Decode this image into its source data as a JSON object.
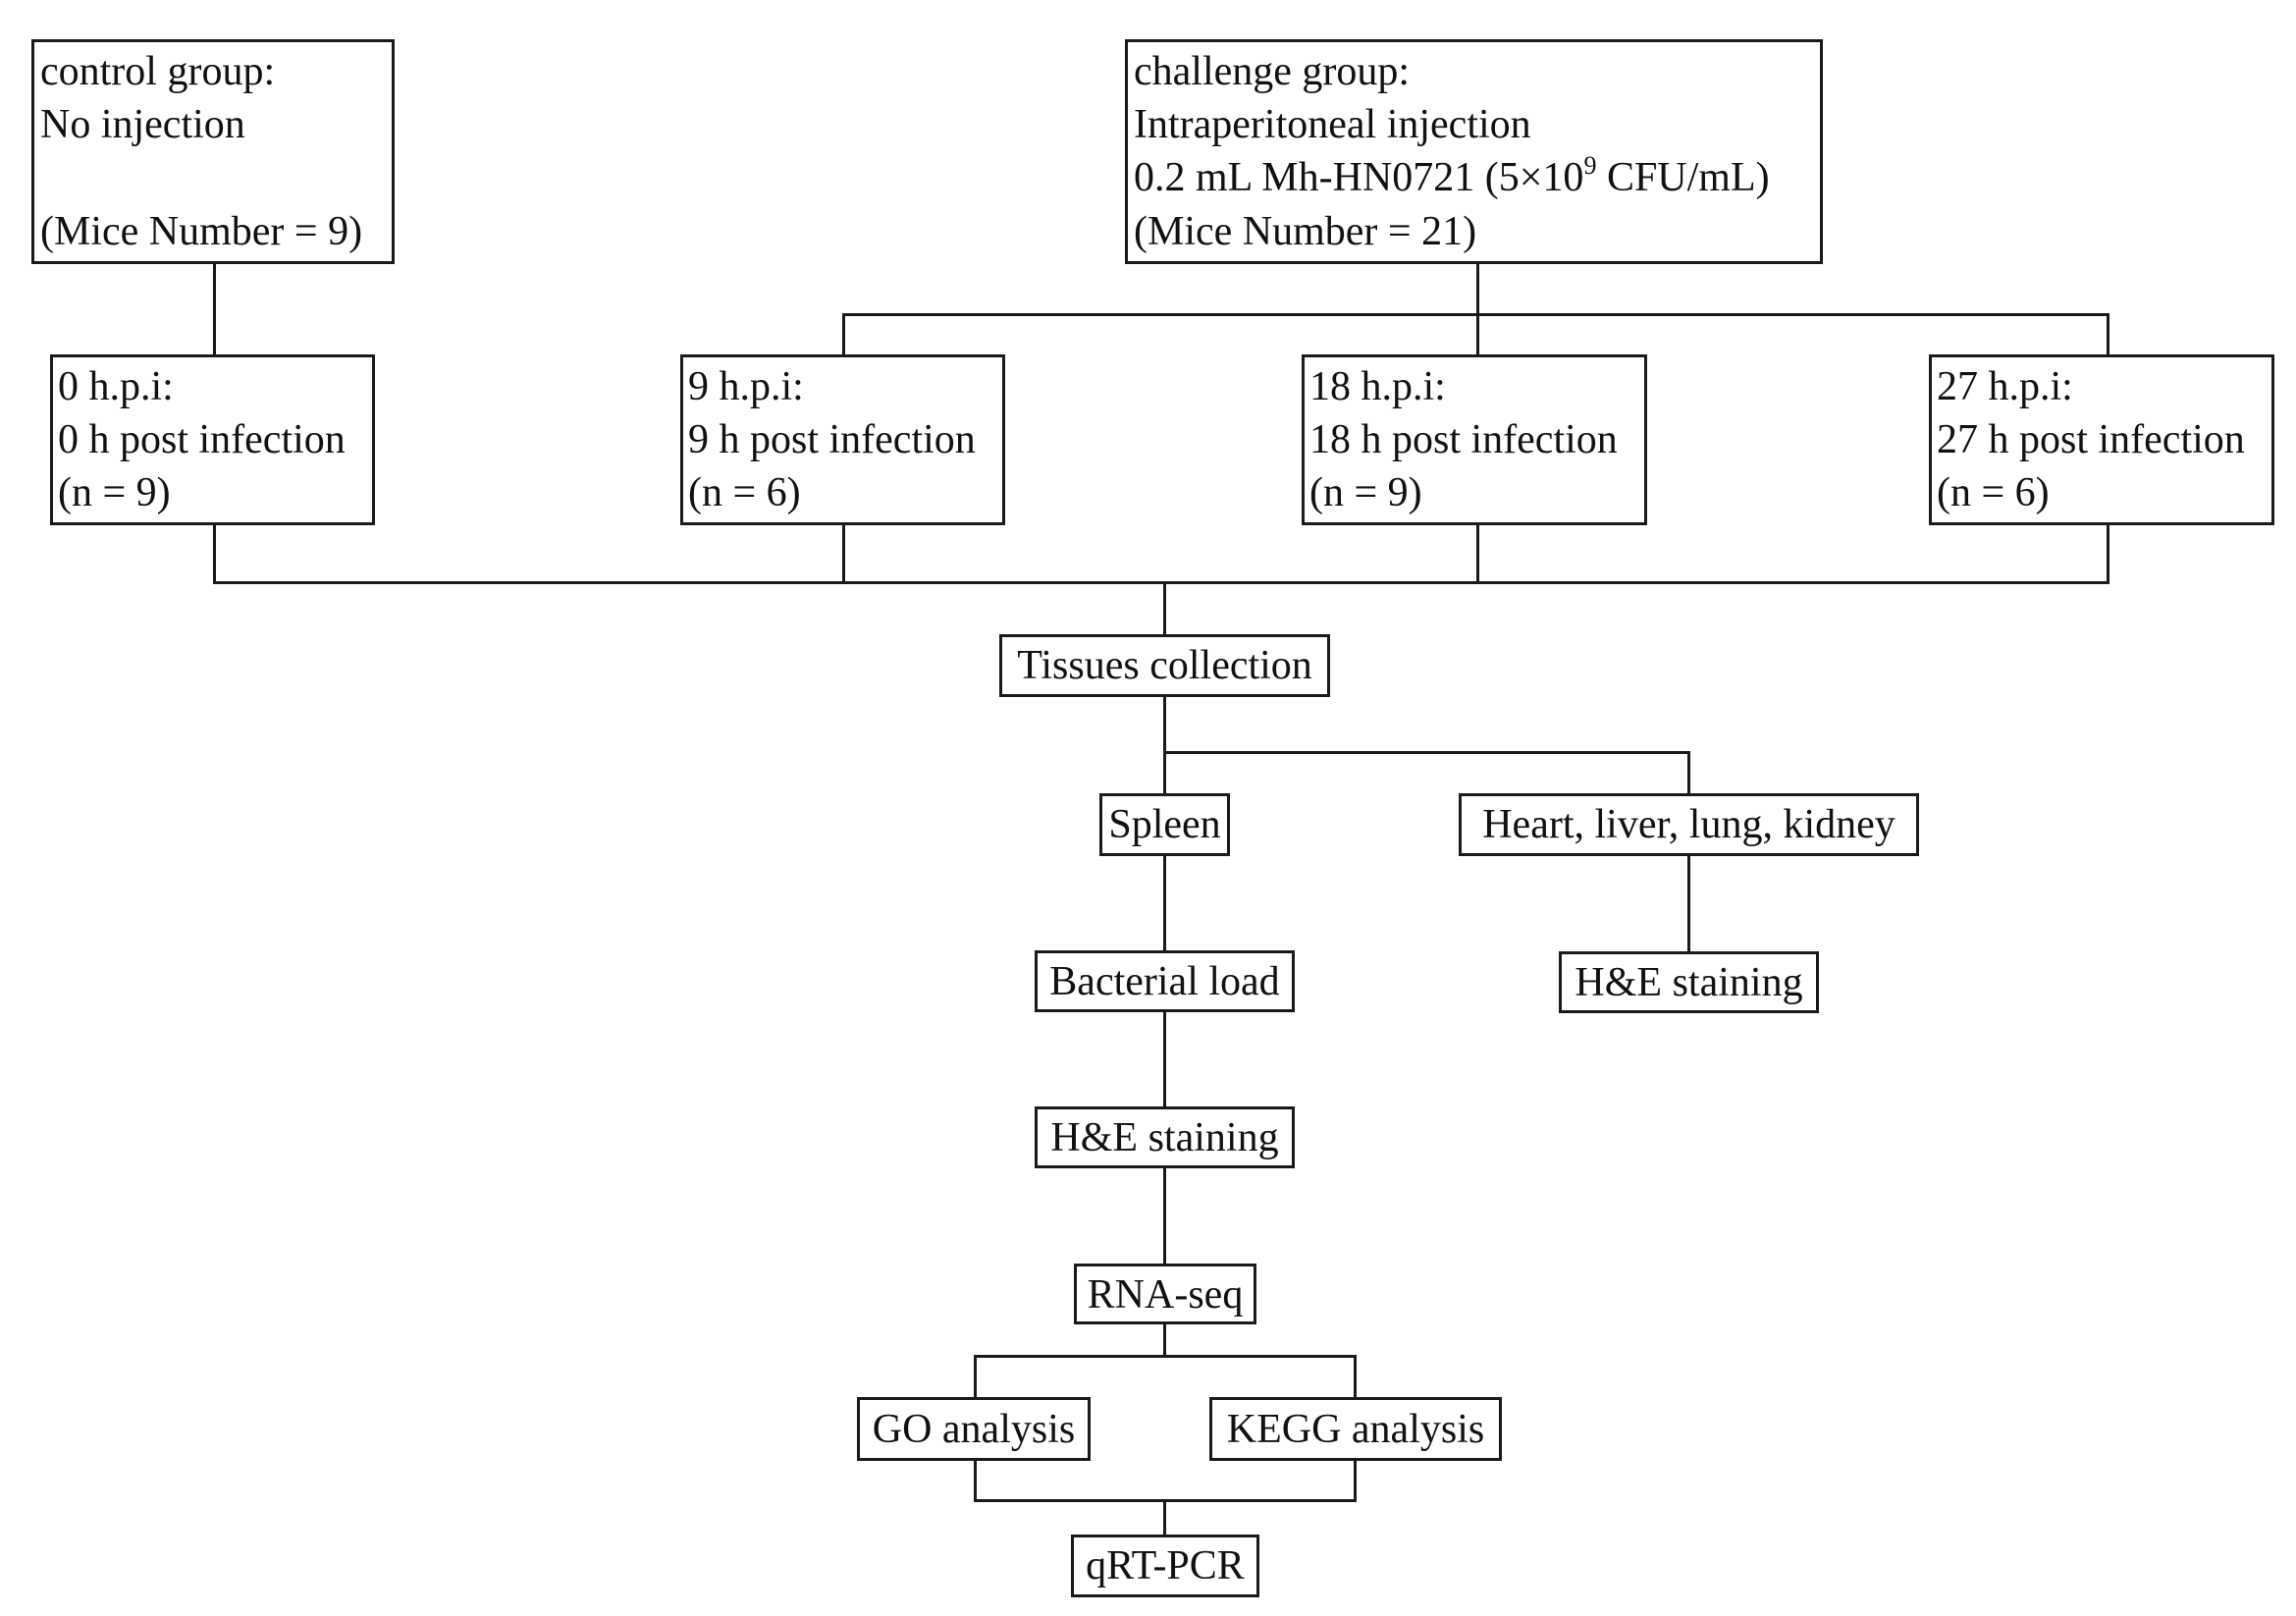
{
  "control": {
    "line1": "control group:",
    "line2": "No injection",
    "line3": "(Mice Number = 9)"
  },
  "challenge": {
    "line1": "challenge group:",
    "line2": "Intraperitoneal injection",
    "line3_pre": "0.2 mL Mh-HN0721 (5×10",
    "line3_sup": "9",
    "line3_post": " CFU/mL)",
    "line4": "(Mice Number = 21)"
  },
  "timepoints": [
    {
      "label": "0 h.p.i:",
      "desc": "0 h post infection",
      "n": "(n = 9)"
    },
    {
      "label": "9 h.p.i:",
      "desc": "9 h post infection",
      "n": "(n = 6)"
    },
    {
      "label": "18 h.p.i:",
      "desc": "18 h post infection",
      "n": "(n = 9)"
    },
    {
      "label": "27 h.p.i:",
      "desc": "27 h post infection",
      "n": "(n = 6)"
    }
  ],
  "steps": {
    "tissues": "Tissues collection",
    "spleen": "Spleen",
    "organs": "Heart, liver, lung, kidney",
    "he_organs": "H&E staining",
    "bacterial": "Bacterial load",
    "he_spleen": "H&E staining",
    "rnaseq": "RNA-seq",
    "go": "GO analysis",
    "kegg": "KEGG analysis",
    "qrtpcr": "qRT-PCR"
  }
}
